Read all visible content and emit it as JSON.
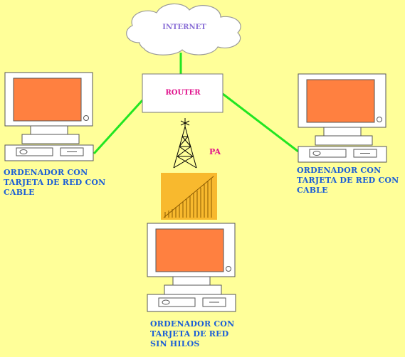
{
  "internet": {
    "label": "INTERNET"
  },
  "router": {
    "label": "ROUTER"
  },
  "access_point": {
    "label": "PA"
  },
  "computers": {
    "left": {
      "lines": [
        "ORDENADOR CON",
        "TARJETA DE RED CON",
        "CABLE"
      ]
    },
    "right": {
      "lines": [
        "ORDENADOR CON",
        "TARJETA DE RED CON",
        "CABLE"
      ]
    },
    "bottom": {
      "lines": [
        "ORDENADOR CON",
        "TARJETA DE RED",
        "SIN HILOS"
      ]
    }
  },
  "colors": {
    "background": "#ffff99",
    "screen": "#ff8040",
    "cable": "#22e622",
    "label_text": "#1c5fd6",
    "router_text": "#e0108c",
    "internet_text": "#8a6fd6",
    "signal_box": "#f8b92e"
  }
}
